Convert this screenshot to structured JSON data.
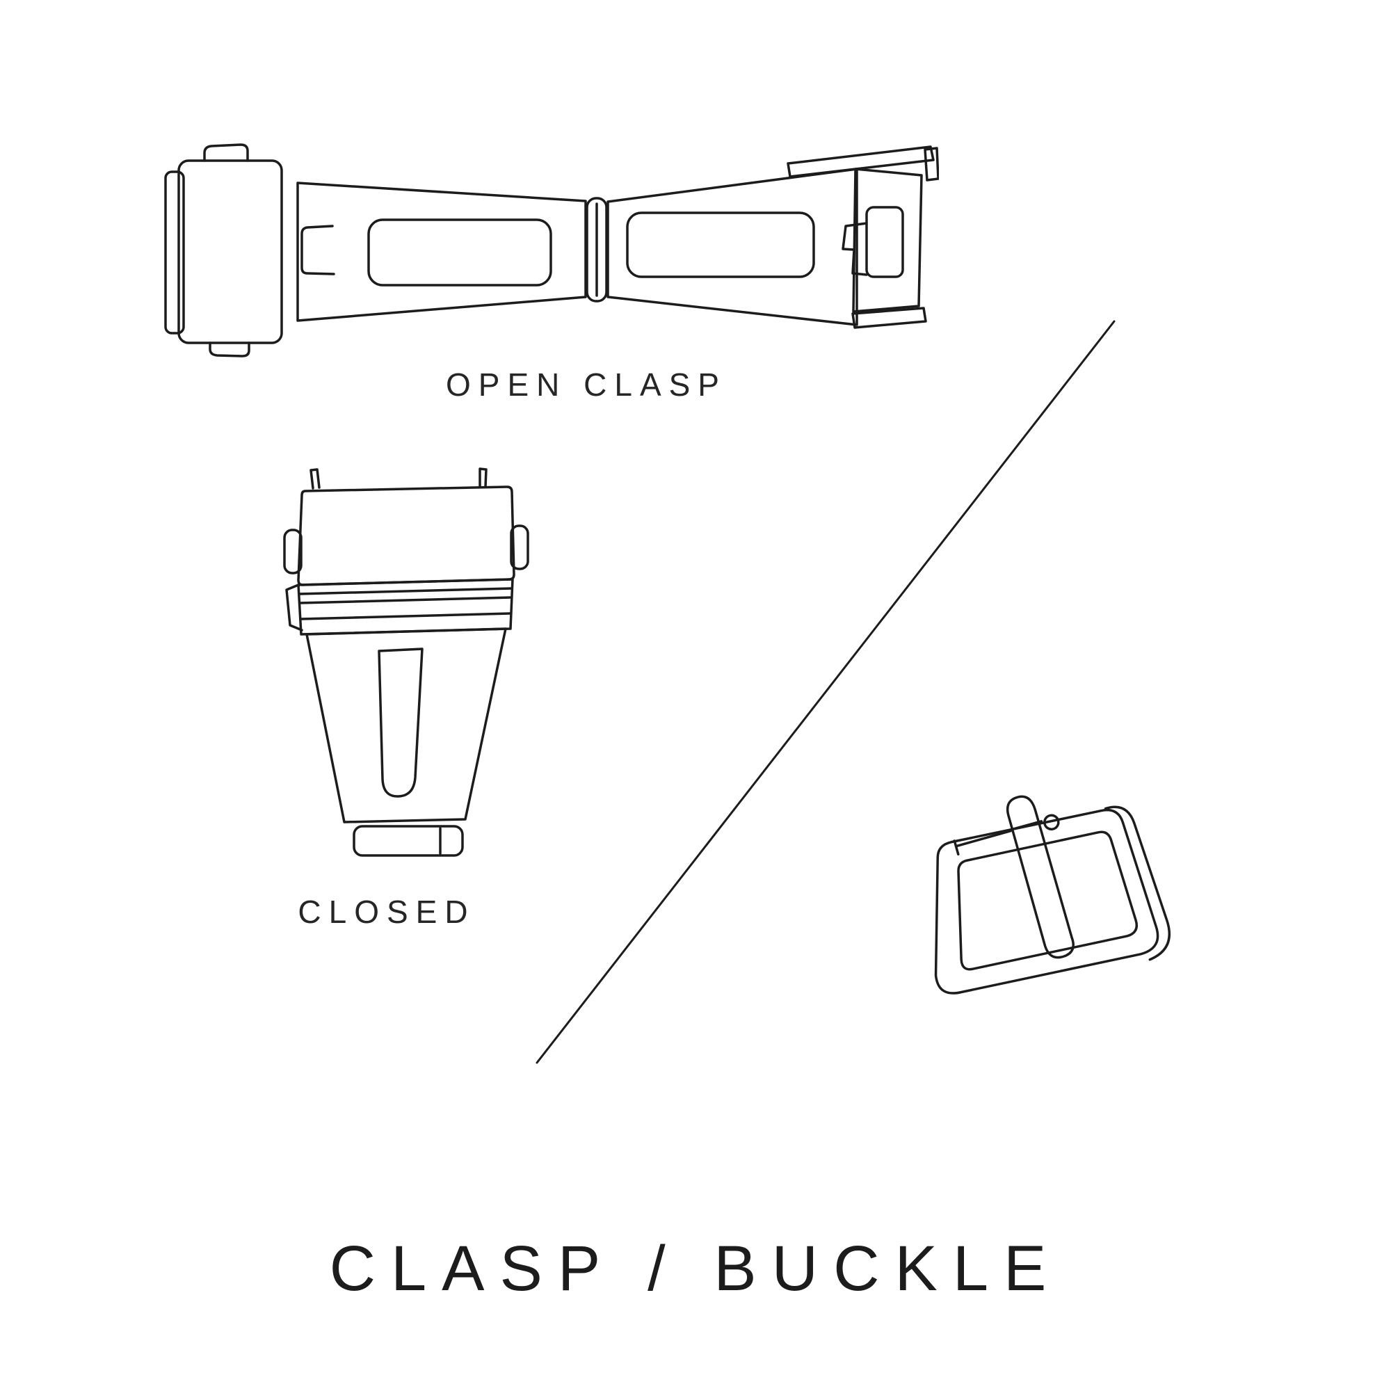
{
  "page": {
    "background_color": "#ffffff",
    "ink_color": "#1c1c1c",
    "title": "CLASP / BUCKLE"
  },
  "figures": {
    "open_clasp": {
      "illustration": "open-deployant-clasp-illustration",
      "label": "OPEN CLASP"
    },
    "closed_clasp": {
      "illustration": "closed-deployant-clasp-illustration",
      "label": "CLOSED"
    },
    "buckle": {
      "illustration": "tang-buckle-illustration"
    }
  },
  "divider": {
    "type": "diagonal-line"
  }
}
